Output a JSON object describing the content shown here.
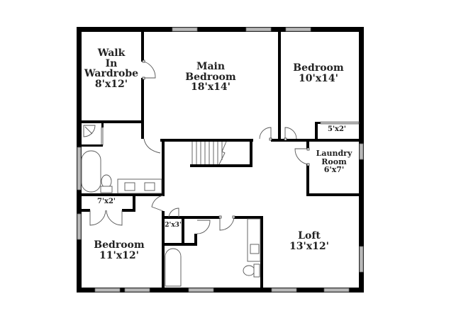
{
  "floor_plan": {
    "rooms": [
      {
        "id": "walk-in-wardrobe",
        "lines": [
          "Walk",
          "In",
          "Wardrobe"
        ],
        "dimensions": "8'x12'"
      },
      {
        "id": "main-bedroom",
        "lines": [
          "Main",
          "Bedroom"
        ],
        "dimensions": "18'x14'"
      },
      {
        "id": "bedroom-ne",
        "lines": [
          "Bedroom"
        ],
        "dimensions": "10'x14'"
      },
      {
        "id": "closet-ne",
        "lines": [],
        "dimensions": "5'x2'"
      },
      {
        "id": "laundry-room",
        "lines": [
          "Laundry",
          "Room"
        ],
        "dimensions": "6'x7'"
      },
      {
        "id": "closet-sw",
        "lines": [],
        "dimensions": "7'x2'"
      },
      {
        "id": "linen-closet",
        "lines": [],
        "dimensions": "2'x3'"
      },
      {
        "id": "bedroom-sw",
        "lines": [
          "Bedroom"
        ],
        "dimensions": "11'x12'"
      },
      {
        "id": "loft",
        "lines": [
          "Loft"
        ],
        "dimensions": "13'x12'"
      }
    ],
    "colors": {
      "wall": "#000000",
      "window": "#b9b9b9",
      "background": "#ffffff",
      "text": "#222222"
    }
  }
}
